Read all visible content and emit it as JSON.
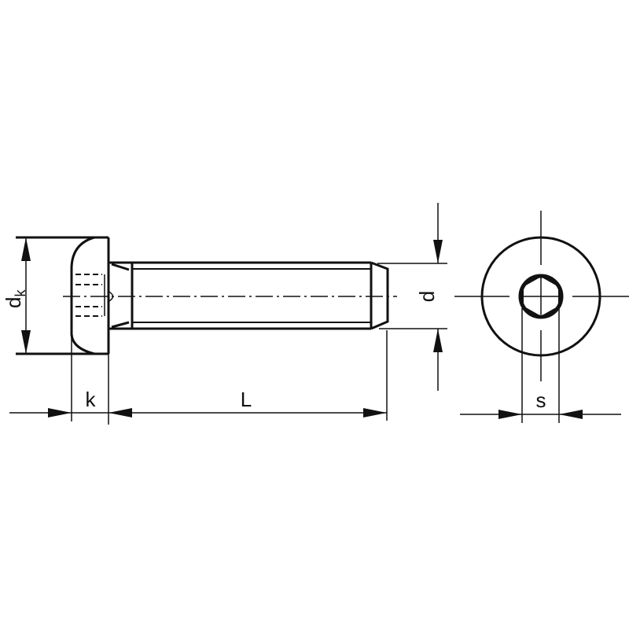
{
  "labels": {
    "head_diameter": "d",
    "head_diameter_sub": "k",
    "head_height": "k",
    "length": "L",
    "thread_diameter": "d",
    "socket_size": "s"
  },
  "colors": {
    "line": "#111111",
    "background": "#ffffff"
  }
}
